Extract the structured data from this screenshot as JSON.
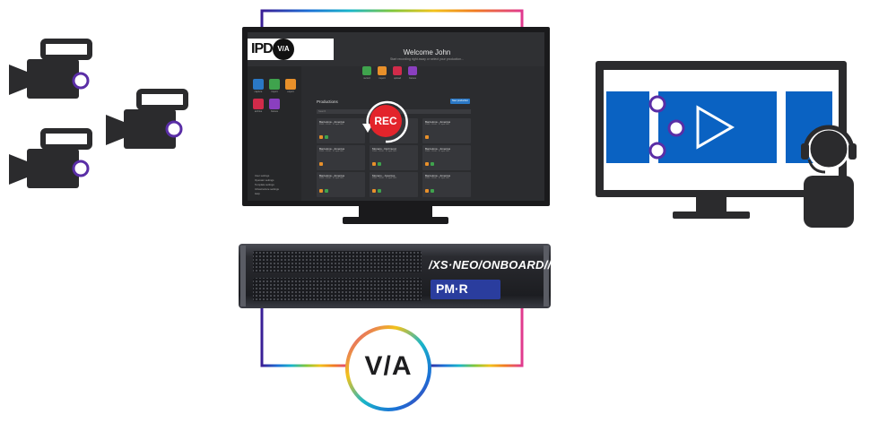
{
  "colors": {
    "dark": "#2b2b2d",
    "blue": "#0a62c2",
    "rec": "#e3242b",
    "accent_purple": "#5a2ea6"
  },
  "screen": {
    "logo_text": "IPD",
    "logo_via": "V/A",
    "welcome": "Welcome John",
    "welcome_sub": "Start recording right away or select your production...",
    "top_tiles": [
      "record",
      "import",
      "upload",
      "frames"
    ],
    "side_tiles": [
      "capture",
      "import",
      "export",
      "archive",
      "frames"
    ],
    "productions_title": "Productions",
    "new_production": "New production",
    "search_placeholder": "Search",
    "cards": [
      {
        "title": "Barcelona - Juventus",
        "meta": "25/01 - 20:00 · 27 april 2021"
      },
      {
        "title": "Barcelona - Juventus",
        "meta": "25/01 - 20:00 · 27 april 2021"
      },
      {
        "title": "Barcelona - Juventus",
        "meta": "25/01 - 20:00 · 27 april 2021"
      },
      {
        "title": "Barcelona - Juventus",
        "meta": "25/01 - 20:00 · 27 april 2021"
      },
      {
        "title": "Monaco - Dortmund",
        "meta": "25/01 - 20:00 · 27 april 2021"
      },
      {
        "title": "Barcelona - Juventus",
        "meta": "25/01 - 20:00 · 27 april 2021"
      },
      {
        "title": "Barcelona - Juventus",
        "meta": "25/01 - 20:00 · 27 april 2021"
      },
      {
        "title": "Monaco - Juventus",
        "meta": "25/01 - 20:00 · 27 april 2021"
      },
      {
        "title": "Barcelona - Juventus",
        "meta": "25/01 - 20:00 · 27 april 2021"
      }
    ],
    "side_menu": [
      "User settings",
      "Operator settings",
      "Template settings",
      "Infrastructure settings",
      "Help"
    ],
    "rec_label": "REC"
  },
  "rack": {
    "brand": "/XS·NEO/ONBOARD//",
    "badge": "PM·R"
  },
  "via": {
    "label": "V/A"
  }
}
